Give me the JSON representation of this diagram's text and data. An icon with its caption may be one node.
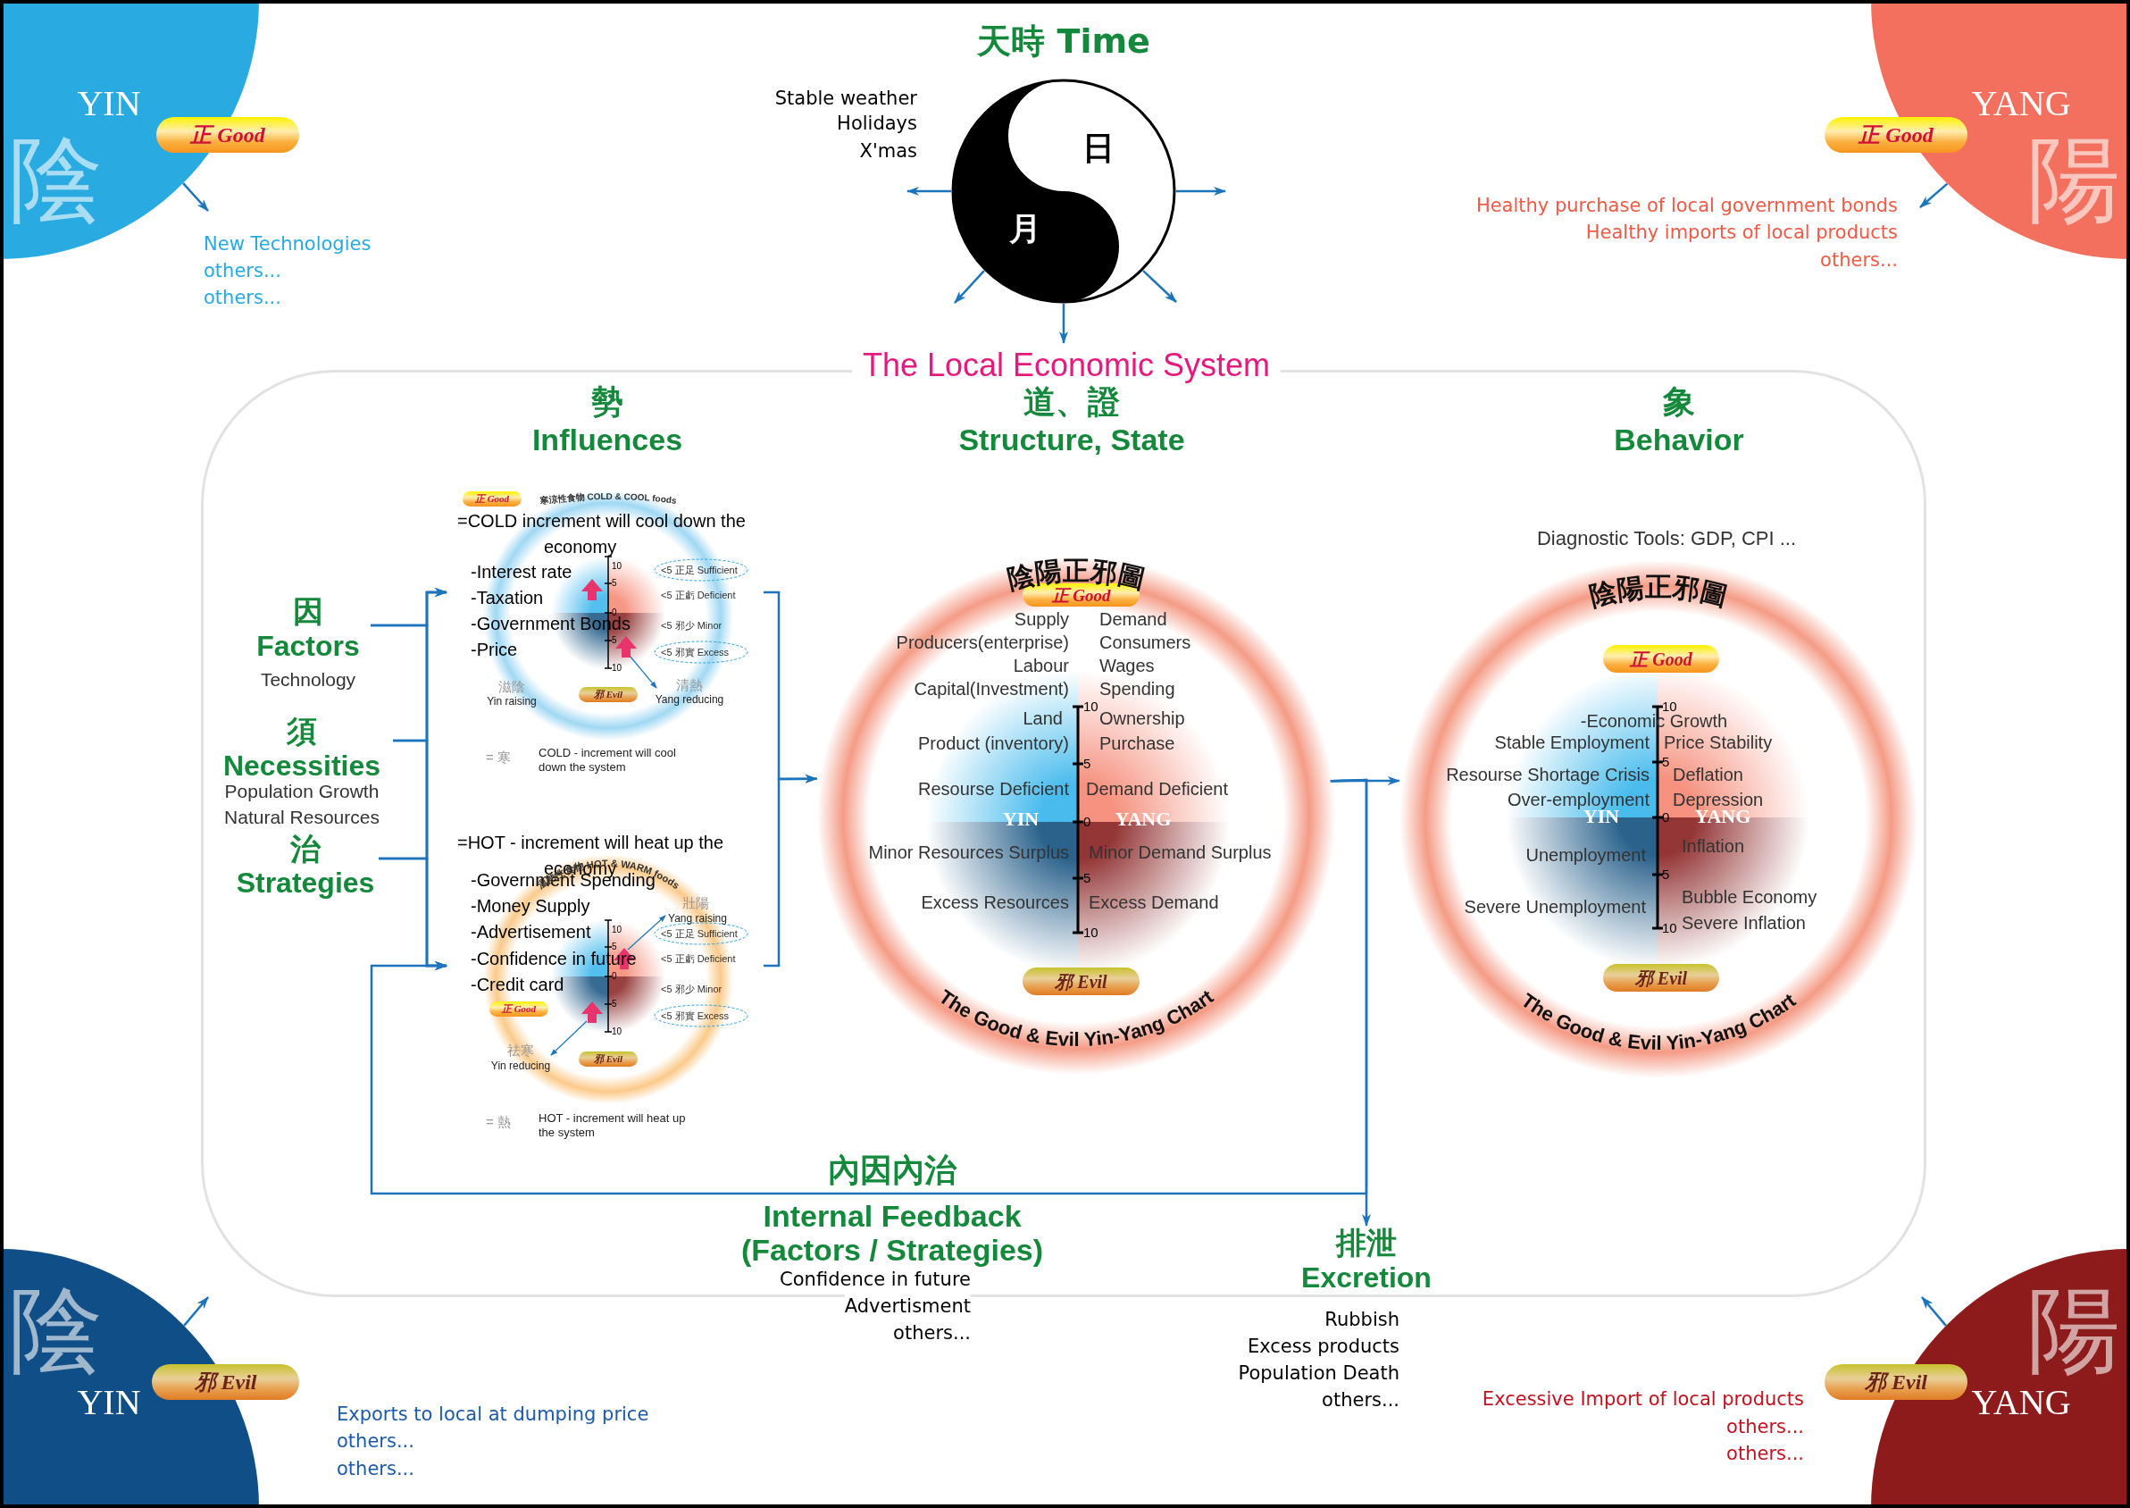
{
  "diagram": {
    "nodes": [
      {
        "text": [
          "YIN",
          "陰"
        ]
      },
      {
        "text": [
          "正 Good"
        ]
      },
      {
        "text": [
          "New Technologies",
          "others...",
          "others..."
        ]
      },
      {
        "text": [
          "天時 Time",
          "日",
          "月"
        ],
        "beside": [
          "Stable weather",
          "Holidays",
          "X'mas"
        ]
      },
      {
        "text": [
          "YANG",
          "陽"
        ]
      },
      {
        "text": [
          "正 Good"
        ]
      },
      {
        "text": [
          "Healthy purchase of local government bonds",
          "Healthy imports of local products",
          "others..."
        ]
      },
      {
        "text": [
          "The Local Economic System"
        ]
      },
      {
        "text": [
          "因",
          "Factors",
          "Technology"
        ],
        "in": 7
      },
      {
        "text": [
          "須",
          "Necessities",
          "Population Growth",
          "Natural Resources"
        ],
        "in": 7
      },
      {
        "text": [
          "治",
          "Strategies"
        ],
        "in": 7
      },
      {
        "text": [
          "=COLD increment will cool down the economy",
          "-Interest rate",
          "-Taxation",
          "-Government Bonds",
          "-Price",
          "寒涼性食物 COLD & COOL foods",
          "滋陰",
          "Yin raising",
          "10",
          "<5 正足 Sufficient",
          "5",
          "<5 正虧 Deficient",
          "0",
          "<5 邪少 Minor",
          "5",
          "<5 邪實 Excess",
          "10",
          "清熱",
          "Yang reducing",
          "= 寒",
          "COLD - increment will cool down the system"
        ],
        "in": 7
      },
      {
        "text": [
          "正 Good"
        ],
        "in": 11
      },
      {
        "text": [
          "邪 Evil"
        ],
        "in": 11
      },
      {
        "text": [
          "陰陽正邪圖",
          "Supply",
          "Demand",
          "Producers(enterprise)",
          "Consumers",
          "Labour",
          "Wages",
          "Capital(Investment)",
          "Spending",
          "10",
          "Land",
          "Ownership",
          "Product (inventory)",
          "Purchase",
          "5",
          "Resourse Deficient",
          "Demand Deficient",
          "YIN",
          "0",
          "YANG",
          "Minor Resources Surplus",
          "Minor Demand Surplus",
          "5",
          "Excess Resources",
          "Excess Demand",
          "10",
          "The Good & Evil Yin-Yang Chart"
        ],
        "in": 7
      },
      {
        "text": [
          "正 Good"
        ],
        "in": 14
      },
      {
        "text": [
          "邪 Evil"
        ],
        "in": 14
      },
      {
        "text": [
          "陰陽正邪圖",
          "10",
          "-Economic Growth",
          "Stable Employment",
          "Price Stability",
          "5",
          "Resourse Shortage Crisis",
          "Deflation",
          "Over-employment",
          "Depression",
          "YIN",
          "0",
          "YANG",
          "Inflation",
          "Unemployment",
          "5",
          "Bubble Economy",
          "Severe Unemployment",
          "Severe Inflation",
          "10",
          "The Good & Evil Yin-Yang Chart"
        ],
        "in": 7
      },
      {
        "text": [
          "正 Good"
        ],
        "in": 17
      },
      {
        "text": [
          "邪 Evil"
        ],
        "in": 17
      },
      {
        "text": [
          "=HOT - increment will heat up the economy",
          "-Government Spending",
          "-Money Supply",
          "-Advertisement",
          "-Confidence in future",
          "-Credit card",
          "溫熱性食物 HOT & WARM foods",
          "壯陽",
          "Yang raising",
          "10",
          "<5 正足 Sufficient",
          "5",
          "<5 正虧 Deficient",
          "0",
          "<5 邪少 Minor",
          "5",
          "<5 邪實 Excess",
          "10",
          "祛寒",
          "Yin reducing",
          "= 熱",
          "HOT - increment will heat up the system"
        ],
        "in": 7
      },
      {
        "text": [
          "正 Good"
        ],
        "in": 20
      },
      {
        "text": [
          "邪 Evil"
        ],
        "in": 20
      },
      {
        "text": [
          "排泄",
          "Excretion",
          "Rubbish",
          "Excess products",
          "Population Death",
          "others..."
        ]
      },
      {
        "text": [
          "陰",
          "YIN"
        ]
      },
      {
        "text": [
          "邪 Evil"
        ]
      },
      {
        "text": [
          "Exports to local at dumping price",
          "others...",
          "others..."
        ]
      },
      {
        "text": [
          "陽",
          "YANG"
        ]
      },
      {
        "text": [
          "邪 Evil"
        ]
      },
      {
        "text": [
          "Excessive Import of local products",
          "others...",
          "others..."
        ]
      }
    ],
    "edges": [
      {
        "from": 0,
        "to": 2,
        "arrow": "to"
      },
      {
        "from": 4,
        "to": 6,
        "arrow": "to"
      },
      {
        "from": 3,
        "to": null,
        "arrow": "to"
      },
      {
        "from": 3,
        "to": null,
        "arrow": "to"
      },
      {
        "from": 3,
        "to": null,
        "arrow": "to"
      },
      {
        "from": 3,
        "to": null,
        "arrow": "to"
      },
      {
        "from": 3,
        "to": 7,
        "arrow": "to"
      },
      {
        "from": 8,
        "to": 11,
        "arrow": "to"
      },
      {
        "from": 8,
        "to": 20,
        "arrow": "to"
      },
      {
        "from": 9,
        "to": 11,
        "arrow": "to"
      },
      {
        "from": 9,
        "to": 20,
        "arrow": "to"
      },
      {
        "from": 10,
        "to": 11,
        "arrow": "to"
      },
      {
        "from": 10,
        "to": 20,
        "arrow": "to"
      },
      {
        "from": 11,
        "to": 14,
        "arrow": "to"
      },
      {
        "from": 20,
        "to": 14,
        "arrow": "to"
      },
      {
        "from": 14,
        "to": 17,
        "arrow": "to"
      },
      {
        "from": 14,
        "to": 23,
        "arrow": "to"
      },
      {
        "from": 14,
        "to": 20,
        "arrow": "to"
      },
      {
        "from": 24,
        "to": 7,
        "arrow": "to"
      },
      {
        "from": 27,
        "to": 7,
        "arrow": "to"
      }
    ],
    "labels": [
      "勢",
      "Influences",
      "道、證",
      "Structure, State",
      "象",
      "Behavior",
      "Diagnostic Tools: GDP, CPI ...",
      "內因內治",
      "Internal Feedback (Factors / Strategies)",
      "Confidence in future",
      "Advertisment",
      "others..."
    ]
  }
}
